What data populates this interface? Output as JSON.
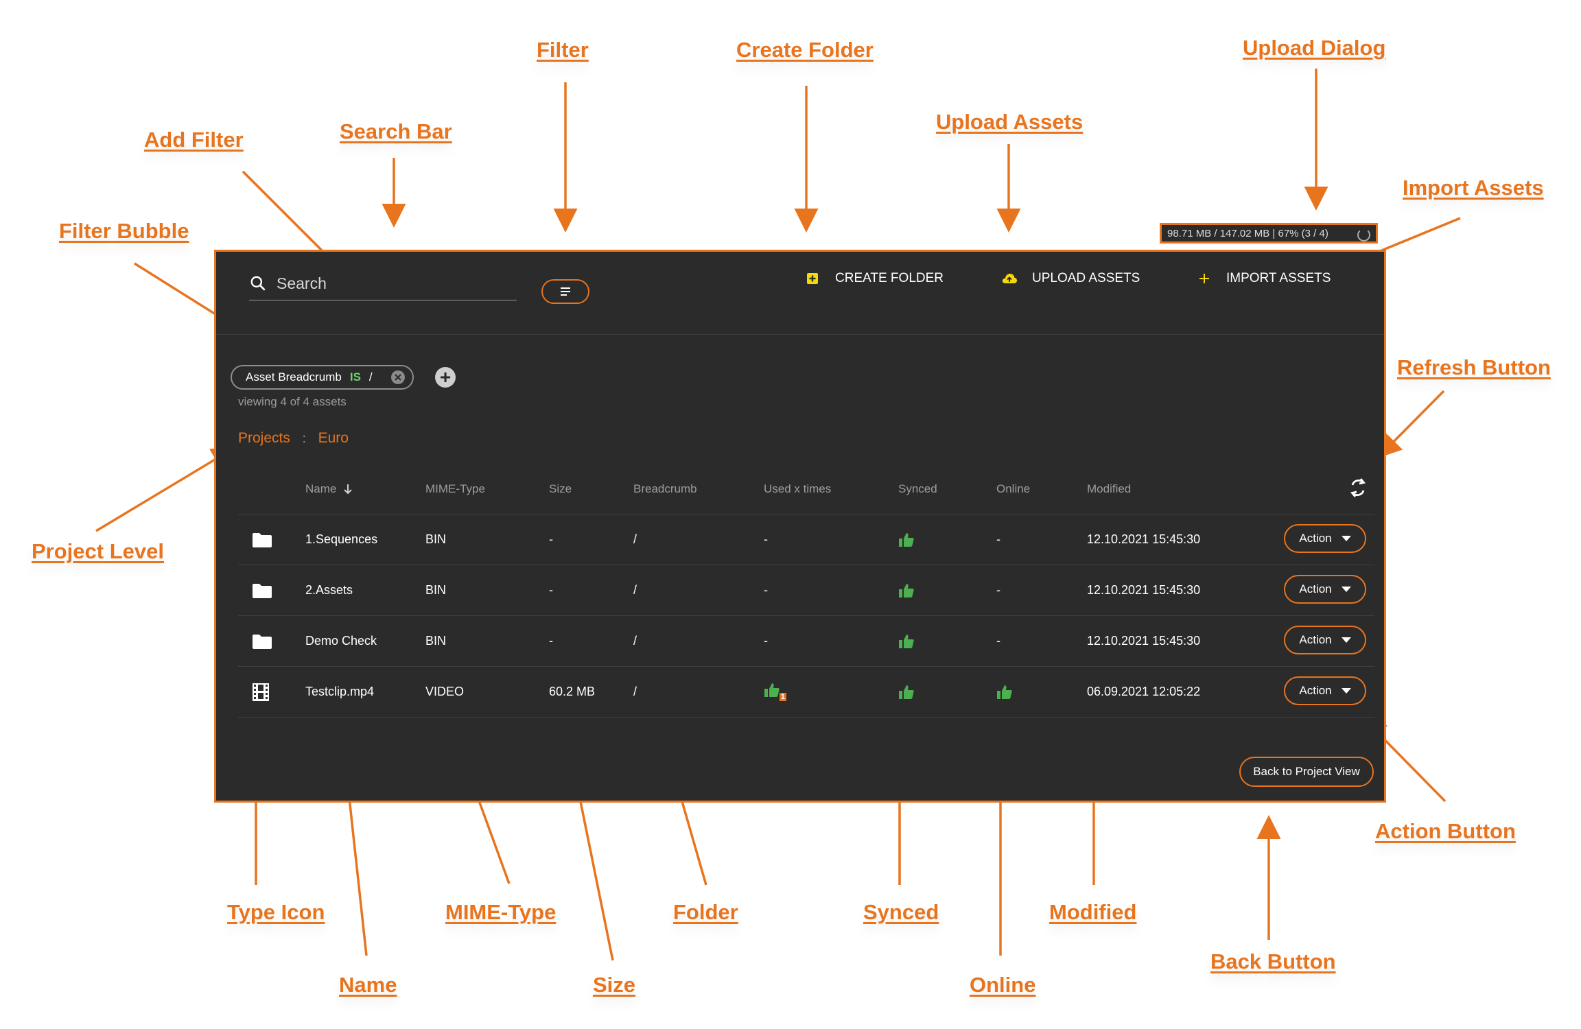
{
  "callouts": {
    "filter": "Filter",
    "create_folder": "Create Folder",
    "upload_dialog": "Upload Dialog",
    "add_filter": "Add Filter",
    "search_bar": "Search Bar",
    "upload_assets": "Upload Assets",
    "import_assets": "Import Assets",
    "filter_bubble": "Filter Bubble",
    "refresh_button": "Refresh Button",
    "project_level": "Project Level",
    "action_button": "Action Button",
    "type_icon": "Type Icon",
    "mime_type": "MIME-Type",
    "folder": "Folder",
    "synced": "Synced",
    "modified": "Modified",
    "name": "Name",
    "size": "Size",
    "online": "Online",
    "back_button": "Back Button"
  },
  "upload_dialog": {
    "status": "98.71 MB / 147.02 MB | 67% (3 / 4)",
    "progress": 0.67
  },
  "toolbar": {
    "search_placeholder": "Search",
    "create_folder": "CREATE FOLDER",
    "upload_assets": "UPLOAD ASSETS",
    "import_assets": "IMPORT ASSETS"
  },
  "filter_bubble": {
    "field": "Asset Breadcrumb",
    "operator": "IS",
    "value": "/"
  },
  "viewing_text": "viewing 4 of 4 assets",
  "breadcrumb": {
    "root": "Projects",
    "separator": ":",
    "current": "Euro"
  },
  "table": {
    "headers": {
      "name": "Name",
      "mime": "MIME-Type",
      "size": "Size",
      "breadcrumb": "Breadcrumb",
      "used": "Used x times",
      "synced": "Synced",
      "online": "Online",
      "modified": "Modified"
    },
    "rows": [
      {
        "type": "folder",
        "name": "1.Sequences",
        "mime": "BIN",
        "size": "-",
        "breadcrumb": "/",
        "used": "-",
        "synced": true,
        "online": "-",
        "modified": "12.10.2021 15:45:30",
        "action": "Action"
      },
      {
        "type": "folder",
        "name": "2.Assets",
        "mime": "BIN",
        "size": "-",
        "breadcrumb": "/",
        "used": "-",
        "synced": true,
        "online": "-",
        "modified": "12.10.2021 15:45:30",
        "action": "Action"
      },
      {
        "type": "folder",
        "name": "Demo Check",
        "mime": "BIN",
        "size": "-",
        "breadcrumb": "/",
        "used": "-",
        "synced": true,
        "online": "-",
        "modified": "12.10.2021 15:45:30",
        "action": "Action"
      },
      {
        "type": "video",
        "name": "Testclip.mp4",
        "mime": "VIDEO",
        "size": "60.2 MB",
        "breadcrumb": "/",
        "used": "1",
        "synced": true,
        "online": true,
        "modified": "06.09.2021 12:05:22",
        "action": "Action"
      }
    ]
  },
  "back_button": "Back to Project View",
  "colors": {
    "accent": "#e8741e",
    "panel": "#2b2b2b",
    "green": "#4caf50",
    "yellow": "#f5d90a"
  }
}
